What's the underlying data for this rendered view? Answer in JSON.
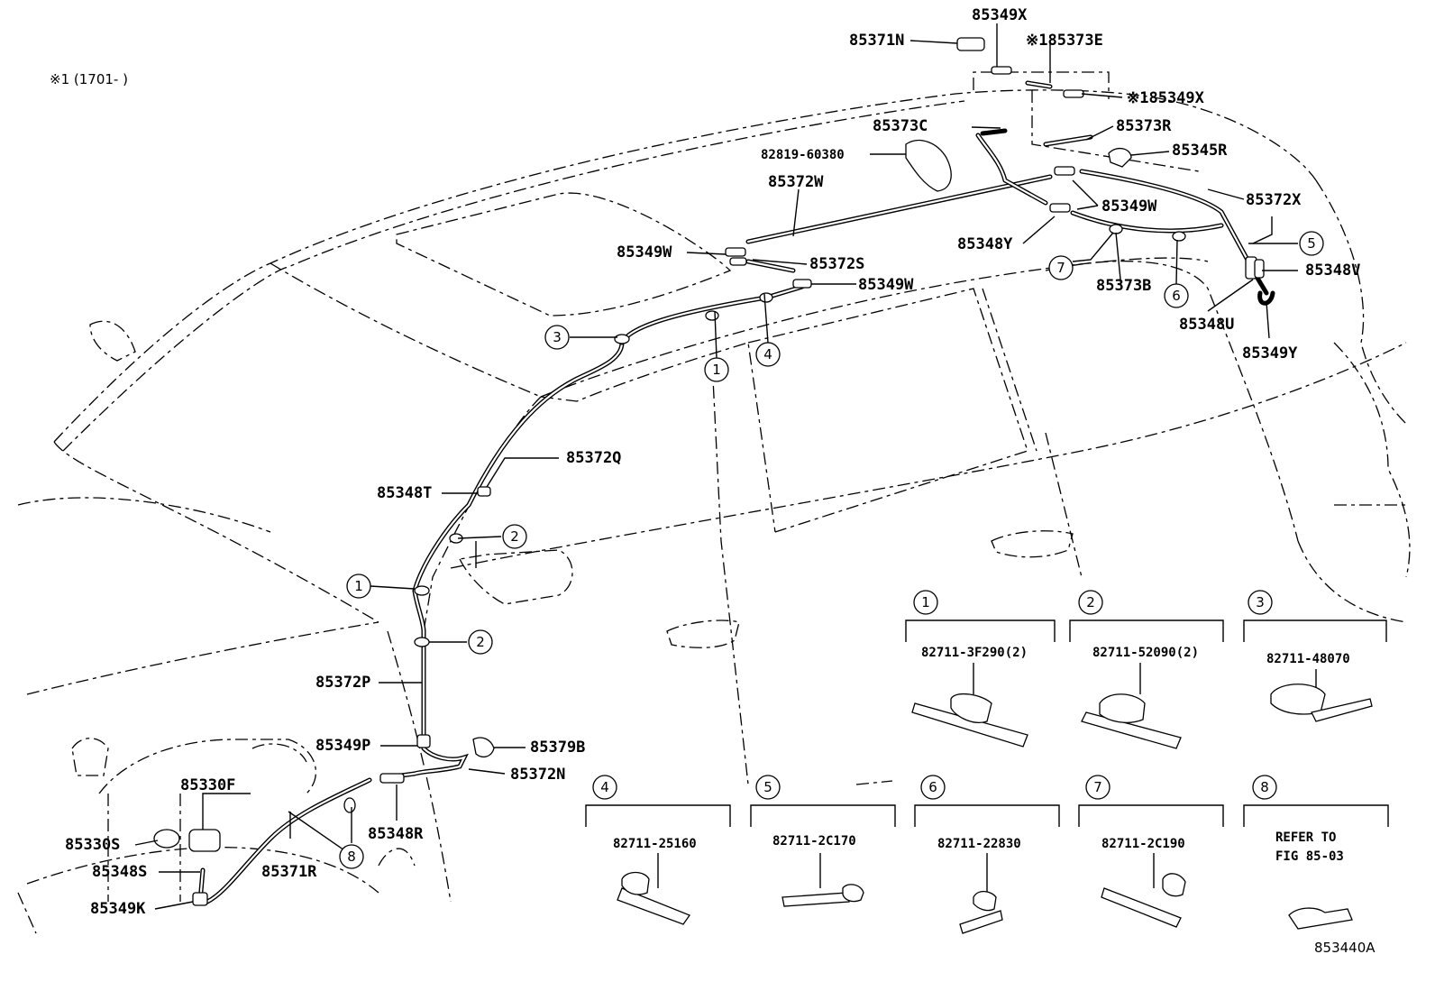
{
  "note": "※1 (1701-      )",
  "figure_id": "853440A",
  "labels": {
    "l85349X": "85349X",
    "l85371N": "85371N",
    "l85373E": "※185373E",
    "l85349X2": "※185349X",
    "l85373C": "85373C",
    "l85373R": "85373R",
    "l82819": "82819-60380",
    "l85345R": "85345R",
    "l85372W": "85372W",
    "l85349W1": "85349W",
    "l85372X": "85372X",
    "l85349W2": "85349W",
    "l85348Y": "85348Y",
    "l85372S": "85372S",
    "l85349W3": "85349W",
    "l85348V": "85348V",
    "l85373B": "85373B",
    "l85348U": "85348U",
    "l85349Y": "85349Y",
    "l85372Q": "85372Q",
    "l85348T": "85348T",
    "l85372P": "85372P",
    "l85349P": "85349P",
    "l85379B": "85379B",
    "l85372N": "85372N",
    "l85330F": "85330F",
    "l85330S": "85330S",
    "l85348S": "85348S",
    "l85348R": "85348R",
    "l85371R": "85371R",
    "l85349K": "85349K"
  },
  "callouts": [
    "1",
    "2",
    "3",
    "4",
    "5",
    "6",
    "7",
    "8"
  ],
  "clips": [
    {
      "num": "1",
      "part": "82711-3F290(2)"
    },
    {
      "num": "2",
      "part": "82711-52090(2)"
    },
    {
      "num": "3",
      "part": "82711-48070"
    },
    {
      "num": "4",
      "part": "82711-25160"
    },
    {
      "num": "5",
      "part": "82711-2C170"
    },
    {
      "num": "6",
      "part": "82711-22830"
    },
    {
      "num": "7",
      "part": "82711-2C190"
    },
    {
      "num": "8",
      "ref1": "REFER TO",
      "ref2": "FIG 85-03"
    }
  ]
}
